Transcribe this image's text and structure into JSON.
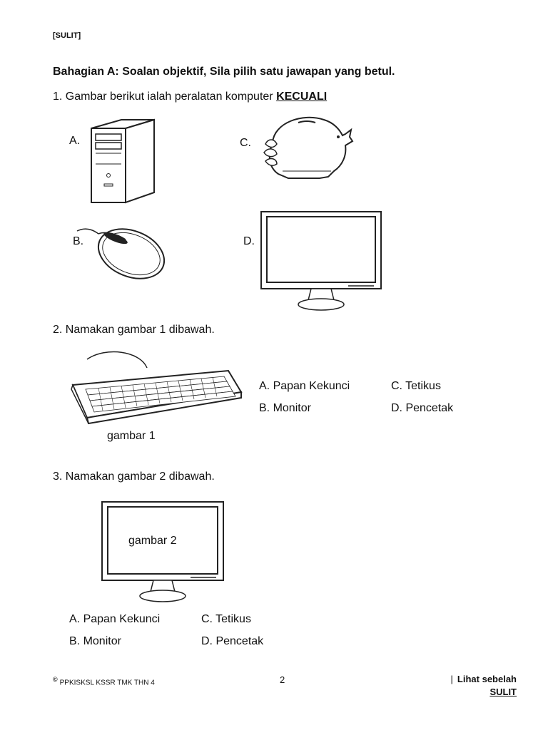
{
  "header": {
    "label": "[SULIT]"
  },
  "section": {
    "title": "Bahagian A: Soalan objektif, Sila pilih satu jawapan yang betul."
  },
  "q1": {
    "stem": "1. Gambar berikut ialah peralatan komputer",
    "keyword": "KECUALI",
    "options": {
      "a": {
        "label": "A."
      },
      "b": {
        "label": "B."
      },
      "c": {
        "label": "C."
      },
      "d": {
        "label": "D."
      }
    }
  },
  "q2": {
    "stem": "2. Namakan gambar 1 dibawah.",
    "caption": "gambar 1",
    "options": {
      "a": "A. Papan Kekunci",
      "b": "B. Monitor",
      "c": "C. Tetikus",
      "d": "D. Pencetak"
    }
  },
  "q3": {
    "stem": "3. Namakan gambar 2 dibawah.",
    "caption": "gambar 2",
    "options": {
      "a": "A. Papan Kekunci",
      "b": "B. Monitor",
      "c": "C. Tetikus",
      "d": "D. Pencetak"
    }
  },
  "footer": {
    "copyright": "©",
    "publisher": "PPKISKSL KSSR TMK THN 4",
    "page": "2",
    "pipe": "|",
    "next": "Lihat sebelah",
    "sulit": "SULIT"
  },
  "icons": {
    "q1a": "cpu-tower-icon",
    "q1b": "computer-mouse-icon",
    "q1c": "chicken-piggy-bank-icon",
    "q1d": "monitor-icon",
    "q2": "keyboard-icon",
    "q3": "monitor-icon"
  }
}
